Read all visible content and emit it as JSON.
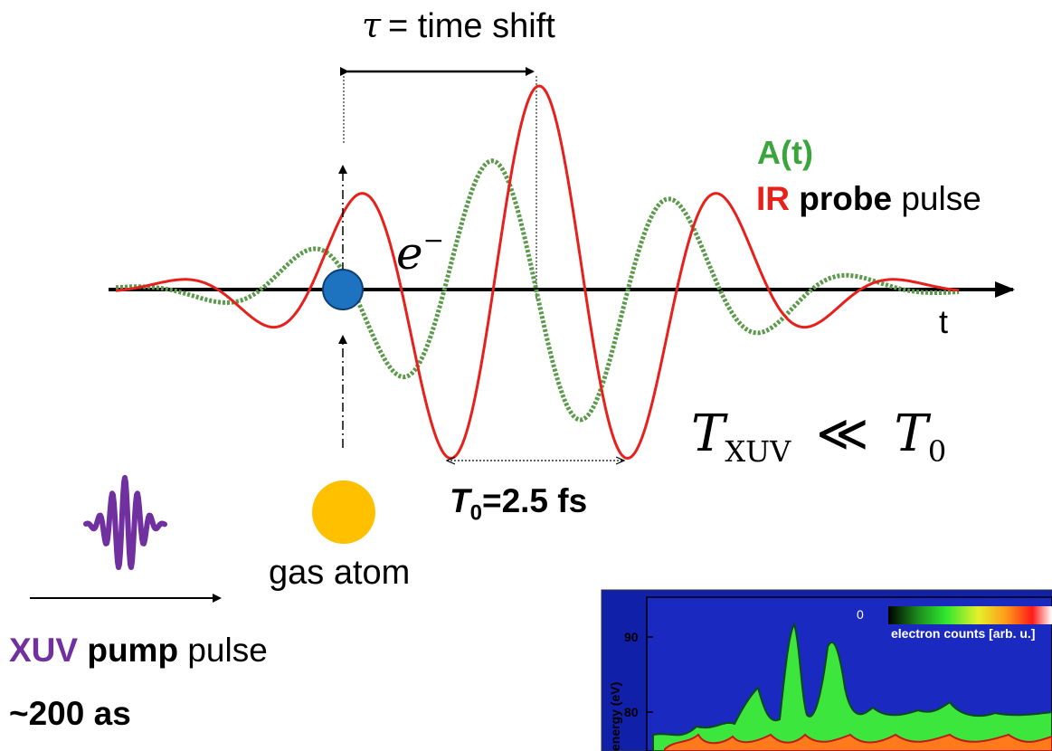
{
  "labels": {
    "time_shift_symbol": "τ",
    "time_shift_text": "= time shift",
    "vector_potential": "A(t)",
    "ir_word": "IR",
    "probe_word": "probe",
    "pulse_word": "pulse",
    "electron": "e",
    "electron_sup": "−",
    "time_axis": "t",
    "t_xuv_prefix": "T",
    "t_xuv_sub": "XUV",
    "much_less": "≪",
    "t0_prefix": "T",
    "t0_sub": "0",
    "period_T": "T",
    "period_sub": "0",
    "period_value": "=2.5 fs",
    "gas_atom": "gas atom",
    "xuv_word": "XUV",
    "pump_word": "pump",
    "xuv_pulse_word": "pulse",
    "duration": "~200 as"
  },
  "inset": {
    "colorbar_zero": "0",
    "colorbar_label": "electron counts [arb. u.]",
    "y_axis_label": "energy (eV)",
    "y_ticks": [
      "90",
      "80"
    ]
  },
  "colors": {
    "ir_pulse": "#e8201c",
    "vector_potential": "#5a9a4a",
    "vector_potential_text": "#3aa53a",
    "xuv": "#7030a0",
    "electron": "#1e73c0",
    "atom": "#ffc000",
    "inset_bg": "#1020a8"
  }
}
